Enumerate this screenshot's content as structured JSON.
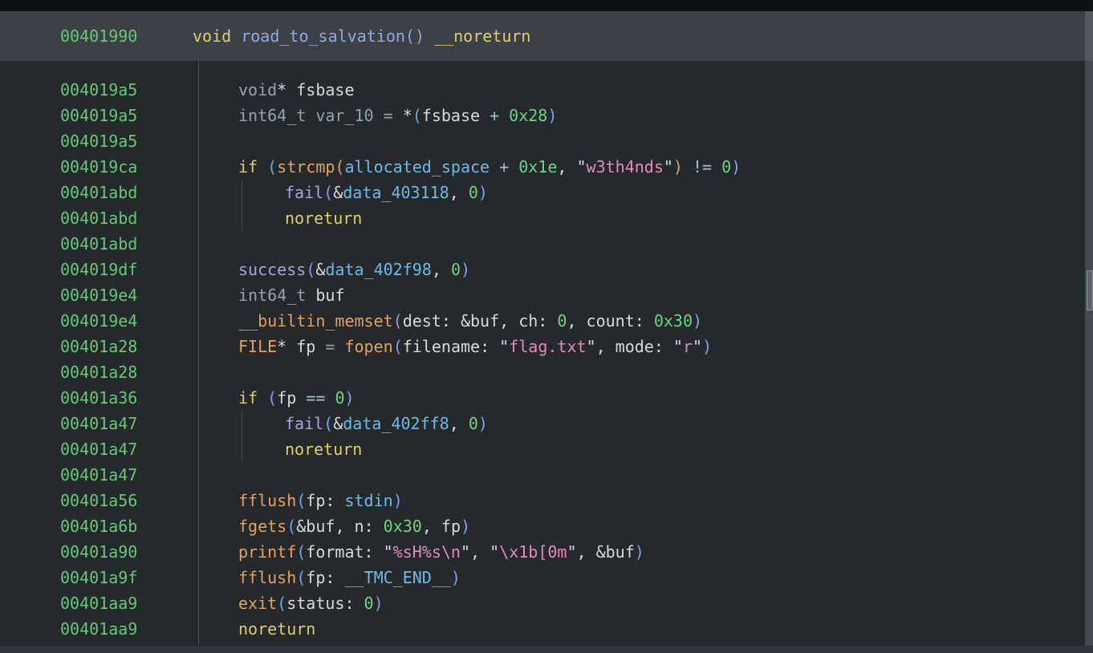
{
  "app": {
    "name": "decompiler-view",
    "colors": {
      "background": "#26292c",
      "header_bar": "#3d4145",
      "address_green": "#66c878",
      "number_green": "#6fd286",
      "keyword_yellow": "#ddcd72",
      "type_gray": "#9aa0a5",
      "default_text": "#d6dadd",
      "string_pink": "#df8cbe",
      "import_orange": "#e2a164",
      "local_function_purple": "#a9a2e2",
      "data_symbol_blue": "#6fb9e6",
      "paren_depth1_blue": "#7ba1ef",
      "paren_depth2_orange": "#dfa263",
      "header_function_blue": "#90aae7"
    }
  },
  "header": {
    "address": "00401990",
    "tokens": [
      [
        "void ",
        "kw"
      ],
      [
        "road_to_salvation",
        "fn"
      ],
      [
        "()",
        "fn"
      ],
      [
        " __noreturn",
        "kw"
      ]
    ]
  },
  "lines": [
    {
      "addr": "004019a5",
      "indent": 1,
      "tokens": [
        [
          "void",
          "type"
        ],
        [
          "*",
          "plain"
        ],
        [
          " fsbase",
          "plain"
        ]
      ]
    },
    {
      "addr": "004019a5",
      "indent": 1,
      "tokens": [
        [
          "int64_t ",
          "type"
        ],
        [
          "var_10",
          "type"
        ],
        [
          " = ",
          "type"
        ],
        [
          "*",
          "plain"
        ],
        [
          "(",
          "p1"
        ],
        [
          "fsbase",
          "plain"
        ],
        [
          " + ",
          "op"
        ],
        [
          "0x28",
          "num"
        ],
        [
          ")",
          "p1"
        ]
      ]
    },
    {
      "addr": "004019a5",
      "indent": 1,
      "tokens": []
    },
    {
      "addr": "004019ca",
      "indent": 1,
      "tokens": [
        [
          "if ",
          "kw"
        ],
        [
          "(",
          "p1"
        ],
        [
          "strcmp",
          "imp"
        ],
        [
          "(",
          "p2"
        ],
        [
          "allocated_space",
          "data"
        ],
        [
          " + ",
          "op"
        ],
        [
          "0x1e",
          "num"
        ],
        [
          ", ",
          "plain"
        ],
        [
          "\"",
          "plain"
        ],
        [
          "w3th4nds",
          "str"
        ],
        [
          "\"",
          "plain"
        ],
        [
          ")",
          "p2"
        ],
        [
          " != ",
          "op"
        ],
        [
          "0",
          "num"
        ],
        [
          ")",
          "p1"
        ]
      ]
    },
    {
      "addr": "00401abd",
      "indent": 2,
      "tokens": [
        [
          "fail",
          "loc"
        ],
        [
          "(",
          "p1"
        ],
        [
          "&",
          "plain"
        ],
        [
          "data_403118",
          "data"
        ],
        [
          ", ",
          "plain"
        ],
        [
          "0",
          "num"
        ],
        [
          ")",
          "p1"
        ]
      ]
    },
    {
      "addr": "00401abd",
      "indent": 2,
      "tokens": [
        [
          "noreturn",
          "kw"
        ]
      ]
    },
    {
      "addr": "00401abd",
      "indent": 1,
      "tokens": []
    },
    {
      "addr": "004019df",
      "indent": 1,
      "tokens": [
        [
          "success",
          "loc"
        ],
        [
          "(",
          "p1"
        ],
        [
          "&",
          "plain"
        ],
        [
          "data_402f98",
          "data"
        ],
        [
          ", ",
          "plain"
        ],
        [
          "0",
          "num"
        ],
        [
          ")",
          "p1"
        ]
      ]
    },
    {
      "addr": "004019e4",
      "indent": 1,
      "tokens": [
        [
          "int64_t ",
          "type"
        ],
        [
          "buf",
          "plain"
        ]
      ]
    },
    {
      "addr": "004019e4",
      "indent": 1,
      "tokens": [
        [
          "__builtin_memset",
          "imp"
        ],
        [
          "(",
          "p1"
        ],
        [
          "dest: ",
          "plain"
        ],
        [
          "&buf",
          "plain"
        ],
        [
          ", ",
          "plain"
        ],
        [
          "ch: ",
          "plain"
        ],
        [
          "0",
          "num"
        ],
        [
          ", ",
          "plain"
        ],
        [
          "count: ",
          "plain"
        ],
        [
          "0x30",
          "num"
        ],
        [
          ")",
          "p1"
        ]
      ]
    },
    {
      "addr": "00401a28",
      "indent": 1,
      "tokens": [
        [
          "FILE",
          "imp"
        ],
        [
          "*",
          "plain"
        ],
        [
          " fp",
          "plain"
        ],
        [
          " = ",
          "type"
        ],
        [
          "fopen",
          "imp"
        ],
        [
          "(",
          "p1"
        ],
        [
          "filename: ",
          "plain"
        ],
        [
          "\"",
          "plain"
        ],
        [
          "flag.txt",
          "str"
        ],
        [
          "\"",
          "plain"
        ],
        [
          ", ",
          "plain"
        ],
        [
          "mode: ",
          "plain"
        ],
        [
          "\"",
          "plain"
        ],
        [
          "r",
          "str"
        ],
        [
          "\"",
          "plain"
        ],
        [
          ")",
          "p1"
        ]
      ]
    },
    {
      "addr": "00401a28",
      "indent": 1,
      "tokens": []
    },
    {
      "addr": "00401a36",
      "indent": 1,
      "tokens": [
        [
          "if ",
          "kw"
        ],
        [
          "(",
          "p1"
        ],
        [
          "fp",
          "plain"
        ],
        [
          " == ",
          "op"
        ],
        [
          "0",
          "num"
        ],
        [
          ")",
          "p1"
        ]
      ]
    },
    {
      "addr": "00401a47",
      "indent": 2,
      "tokens": [
        [
          "fail",
          "loc"
        ],
        [
          "(",
          "p1"
        ],
        [
          "&",
          "plain"
        ],
        [
          "data_402ff8",
          "data"
        ],
        [
          ", ",
          "plain"
        ],
        [
          "0",
          "num"
        ],
        [
          ")",
          "p1"
        ]
      ]
    },
    {
      "addr": "00401a47",
      "indent": 2,
      "tokens": [
        [
          "noreturn",
          "kw"
        ]
      ]
    },
    {
      "addr": "00401a47",
      "indent": 1,
      "tokens": []
    },
    {
      "addr": "00401a56",
      "indent": 1,
      "tokens": [
        [
          "fflush",
          "imp"
        ],
        [
          "(",
          "p1"
        ],
        [
          "fp: ",
          "plain"
        ],
        [
          "stdin",
          "data"
        ],
        [
          ")",
          "p1"
        ]
      ]
    },
    {
      "addr": "00401a6b",
      "indent": 1,
      "tokens": [
        [
          "fgets",
          "imp"
        ],
        [
          "(",
          "p1"
        ],
        [
          "&buf",
          "plain"
        ],
        [
          ", ",
          "plain"
        ],
        [
          "n: ",
          "plain"
        ],
        [
          "0x30",
          "num"
        ],
        [
          ", ",
          "plain"
        ],
        [
          "fp",
          "plain"
        ],
        [
          ")",
          "p1"
        ]
      ]
    },
    {
      "addr": "00401a90",
      "indent": 1,
      "tokens": [
        [
          "printf",
          "imp"
        ],
        [
          "(",
          "p1"
        ],
        [
          "format: ",
          "plain"
        ],
        [
          "\"",
          "plain"
        ],
        [
          "%sH%s\\n",
          "str"
        ],
        [
          "\"",
          "plain"
        ],
        [
          ", ",
          "plain"
        ],
        [
          "\"",
          "plain"
        ],
        [
          "\\x1b[0m",
          "str"
        ],
        [
          "\"",
          "plain"
        ],
        [
          ", ",
          "plain"
        ],
        [
          "&buf",
          "plain"
        ],
        [
          ")",
          "p1"
        ]
      ]
    },
    {
      "addr": "00401a9f",
      "indent": 1,
      "tokens": [
        [
          "fflush",
          "imp"
        ],
        [
          "(",
          "p1"
        ],
        [
          "fp: ",
          "plain"
        ],
        [
          "__TMC_END__",
          "data"
        ],
        [
          ")",
          "p1"
        ]
      ]
    },
    {
      "addr": "00401aa9",
      "indent": 1,
      "tokens": [
        [
          "exit",
          "imp"
        ],
        [
          "(",
          "p1"
        ],
        [
          "status: ",
          "plain"
        ],
        [
          "0",
          "num"
        ],
        [
          ")",
          "p1"
        ]
      ]
    },
    {
      "addr": "00401aa9",
      "indent": 1,
      "tokens": [
        [
          "noreturn",
          "kw"
        ]
      ]
    }
  ]
}
